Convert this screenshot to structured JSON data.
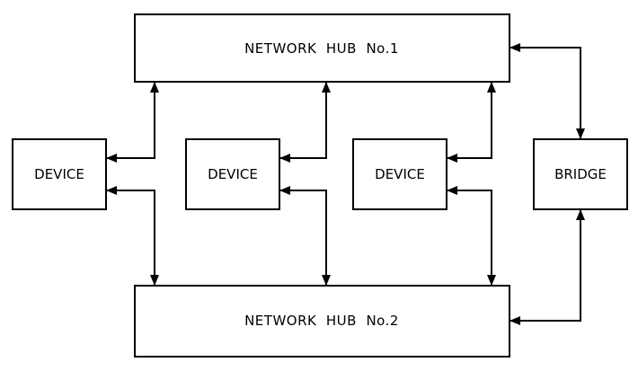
{
  "hub_top": {
    "label": "NETWORK  HUB  No.1"
  },
  "hub_bottom": {
    "label": "NETWORK  HUB  No.2"
  },
  "devices": [
    {
      "label": "DEVICE"
    },
    {
      "label": "DEVICE"
    },
    {
      "label": "DEVICE"
    }
  ],
  "bridge": {
    "label": "BRIDGE"
  },
  "colors": {
    "line": "#000000",
    "background": "#ffffff"
  }
}
